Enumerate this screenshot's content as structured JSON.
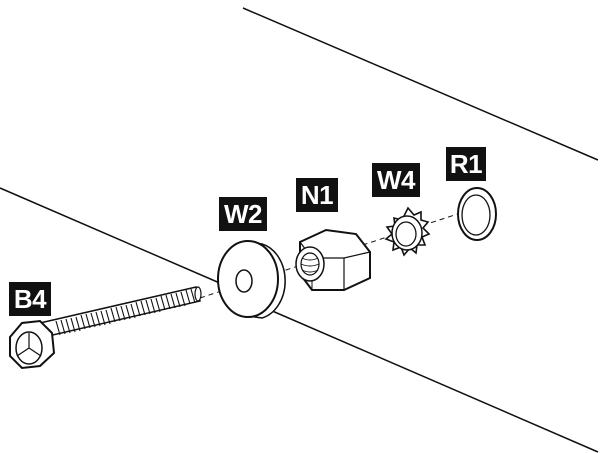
{
  "labels": {
    "bolt": "B4",
    "flat_washer": "W2",
    "nut": "N1",
    "lock_washer": "W4",
    "ring": "R1"
  },
  "colors": {
    "line": "#111111",
    "label_bg": "#111111",
    "label_text": "#ffffff"
  }
}
